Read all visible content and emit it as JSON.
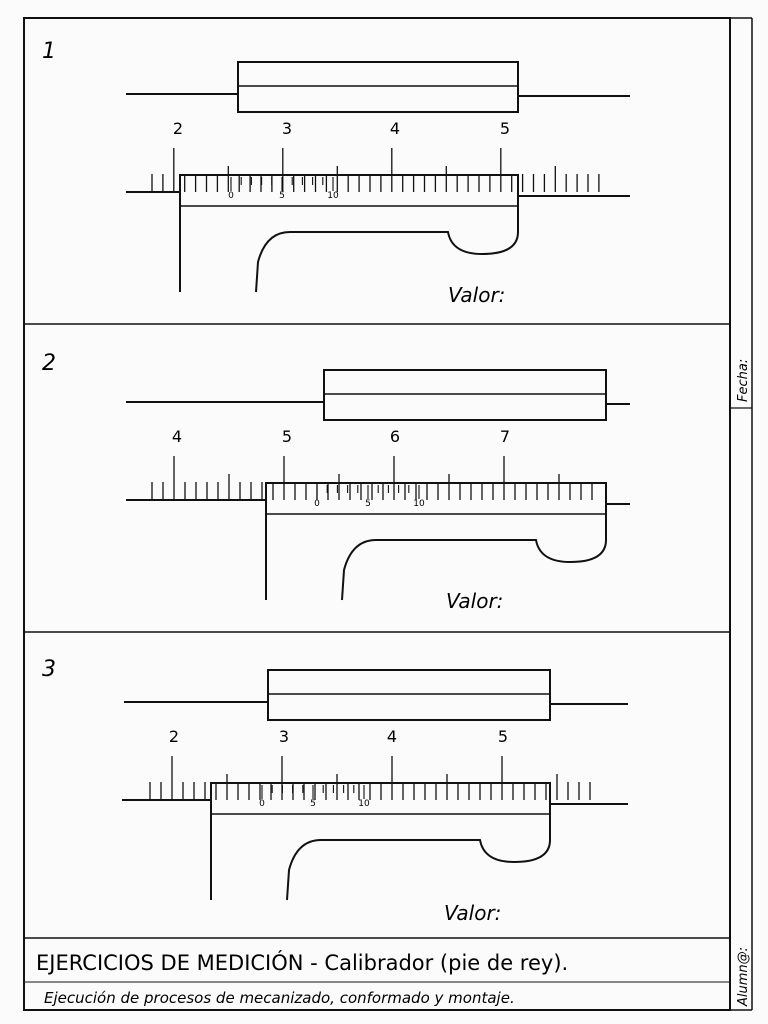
{
  "exercises": [
    {
      "label": "1",
      "main_labels": [
        "2",
        "3",
        "4",
        "5"
      ],
      "vernier_labels": [
        "0",
        "5",
        "10"
      ],
      "valor": "Valor:"
    },
    {
      "label": "2",
      "main_labels": [
        "4",
        "5",
        "6",
        "7"
      ],
      "vernier_labels": [
        "0",
        "5",
        "10"
      ],
      "valor": "Valor:"
    },
    {
      "label": "3",
      "main_labels": [
        "2",
        "3",
        "4",
        "5"
      ],
      "vernier_labels": [
        "0",
        "5",
        "10"
      ],
      "valor": "Valor:"
    }
  ],
  "footer": {
    "title": "EJERCICIOS DE MEDICIÓN - Calibrador (pie de rey).",
    "subtitle": "Ejecución de procesos de mecanizado, conformado y montaje."
  },
  "sidebar": {
    "fecha": "Fecha:",
    "alumno": "Alumn@:"
  }
}
